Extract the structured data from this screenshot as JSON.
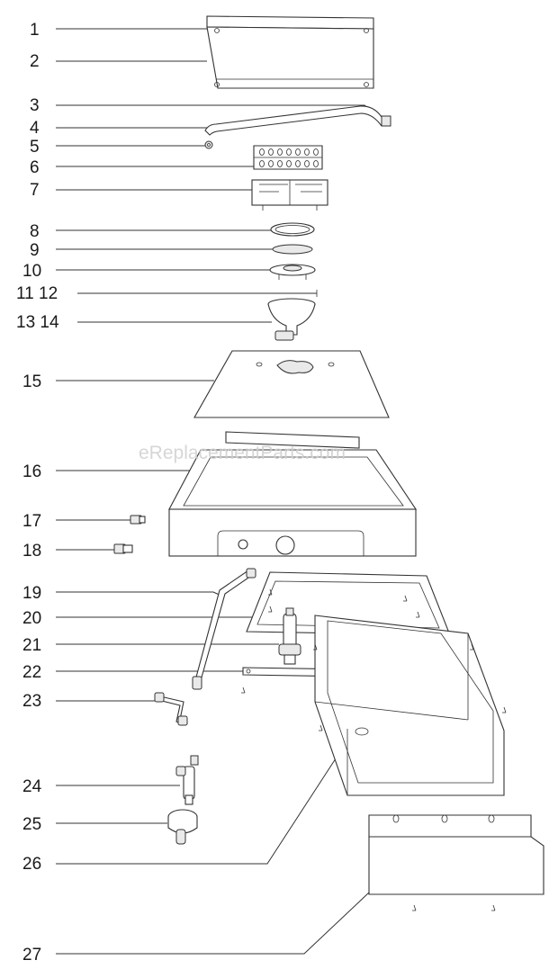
{
  "watermark": "eReplacementParts.com",
  "callouts": [
    {
      "label": "1"
    },
    {
      "label": "2"
    },
    {
      "label": "3"
    },
    {
      "label": "4"
    },
    {
      "label": "5"
    },
    {
      "label": "6"
    },
    {
      "label": "7"
    },
    {
      "label": "8"
    },
    {
      "label": "9"
    },
    {
      "label": "10"
    },
    {
      "label": "11 12"
    },
    {
      "label": "13 14"
    },
    {
      "label": "15"
    },
    {
      "label": "16"
    },
    {
      "label": "17"
    },
    {
      "label": "18"
    },
    {
      "label": "19"
    },
    {
      "label": "20"
    },
    {
      "label": "21"
    },
    {
      "label": "22"
    },
    {
      "label": "23"
    },
    {
      "label": "24"
    },
    {
      "label": "25"
    },
    {
      "label": "26"
    },
    {
      "label": "27"
    }
  ]
}
